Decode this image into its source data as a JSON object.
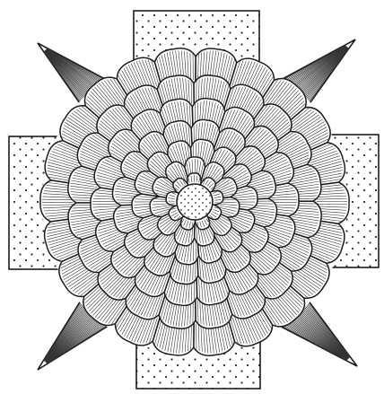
{
  "figure": {
    "subject": "engraving-rose-medallion-on-cross",
    "colors": {
      "ink": "#1c1c1c",
      "paper": "#ffffff",
      "stipple": "#2a2a2a",
      "hatch": "#333333"
    },
    "rose": {
      "ring_count": 7,
      "petals_per_ring": [
        9,
        11,
        14,
        16,
        18,
        20,
        22
      ]
    },
    "cross": {
      "arms": [
        "top",
        "bottom",
        "left",
        "right"
      ],
      "fill": "stippled"
    },
    "rays": {
      "count": 4,
      "directions": [
        "top-left",
        "top-right",
        "bottom-left",
        "bottom-right"
      ],
      "fill": "hatched"
    }
  }
}
